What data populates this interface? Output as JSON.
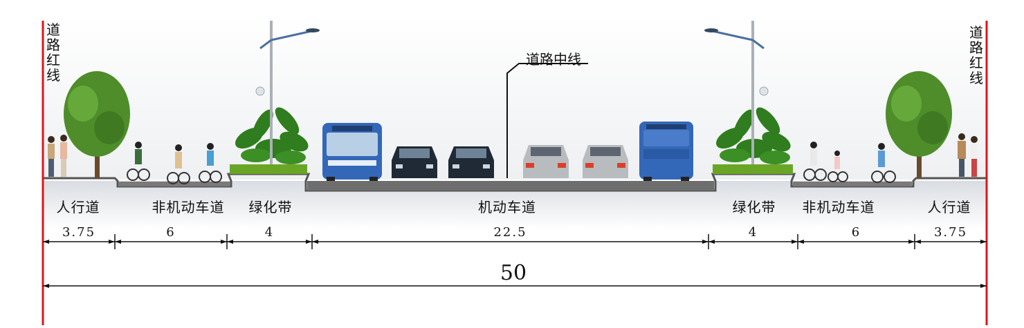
{
  "red_line_label": "道路红线",
  "centerline_label": "道路中线",
  "zones": [
    {
      "label": "人行道",
      "width": "3.75"
    },
    {
      "label": "非机动车道",
      "width": "6"
    },
    {
      "label": "绿化带",
      "width": "4"
    },
    {
      "label": "机动车道",
      "width": "22.5"
    },
    {
      "label": "绿化带",
      "width": "4"
    },
    {
      "label": "非机动车道",
      "width": "6"
    },
    {
      "label": "人行道",
      "width": "3.75"
    }
  ],
  "total_width": "50",
  "colors": {
    "red_line": "#e0131b",
    "pavement": "#7c7c7c",
    "hedge": "#5d9a1d",
    "tree": "#4e8d2a",
    "bus": "#3367b8",
    "car_dark": "#1f2a36",
    "car_silver": "#b9bcbf"
  }
}
